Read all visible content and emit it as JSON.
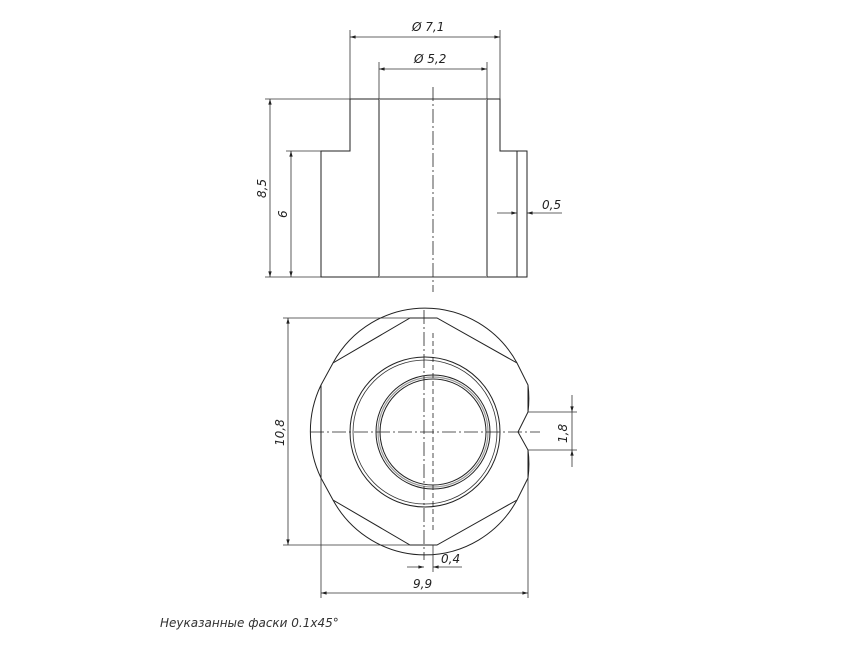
{
  "section_view": {
    "dim_outer_top_diameter": "7,1",
    "dim_bore_diameter": "5,2",
    "dim_total_height": "8,5",
    "dim_lower_height": "6",
    "dim_chamfer_offset": "0,5"
  },
  "plan_view": {
    "dim_across_corners": "10,8",
    "dim_across_flats": "9,9",
    "dim_eccentricity": "0,4",
    "dim_notch_width": "1,8"
  },
  "note": "Неуказанные фаски 0.1х45°",
  "diameter_symbol": "Ø"
}
